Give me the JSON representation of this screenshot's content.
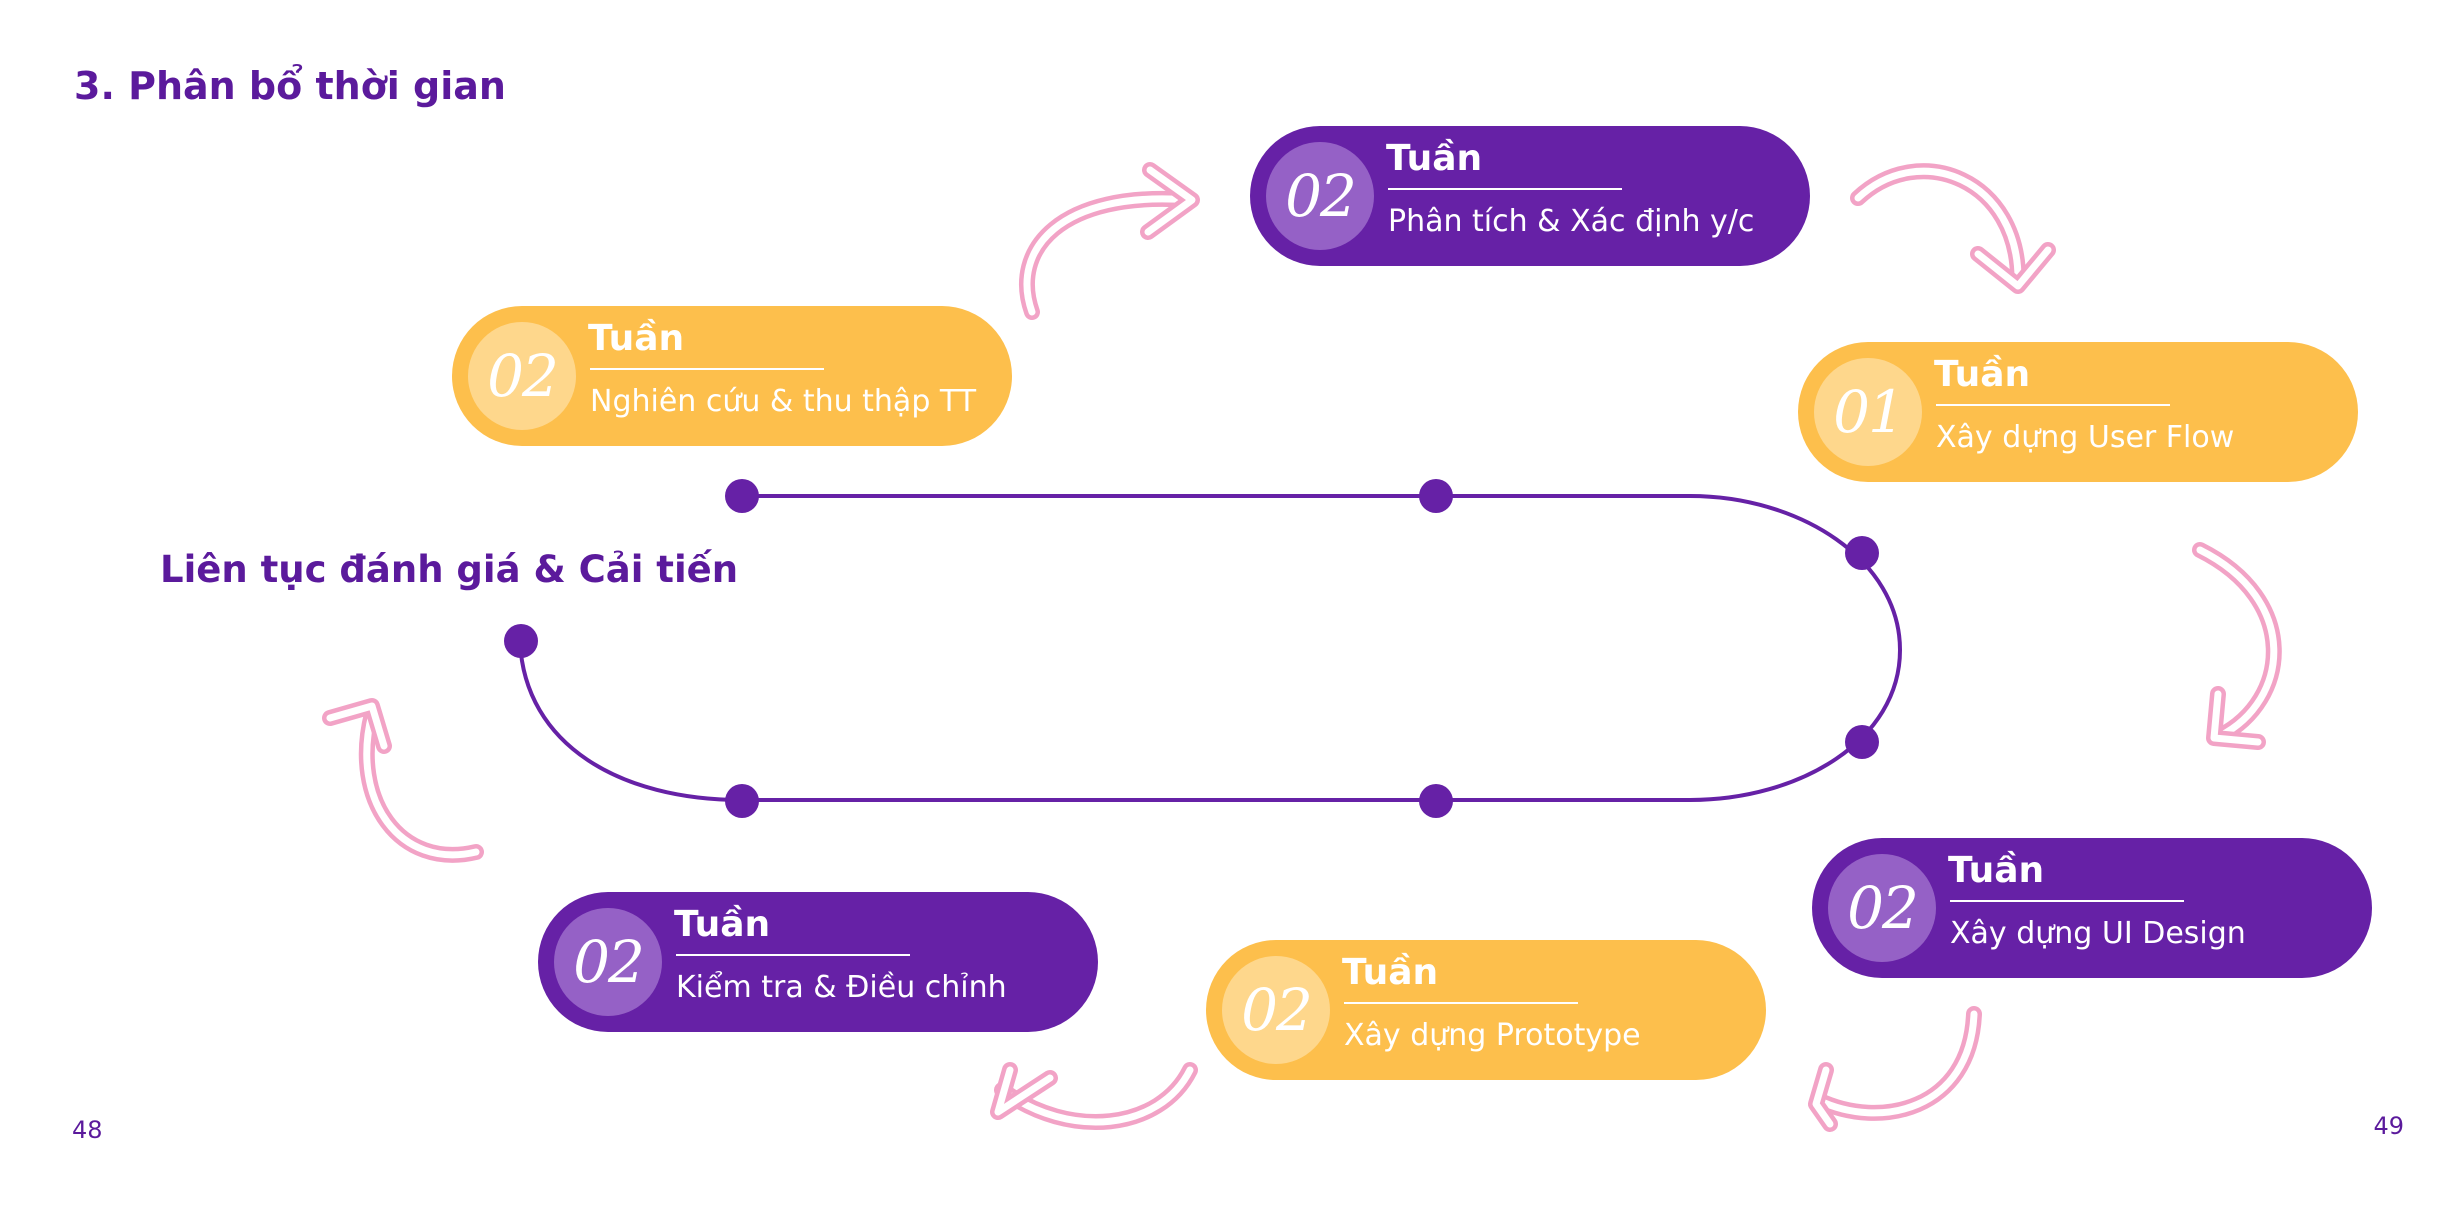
{
  "title": "3. Phân bổ thời gian",
  "center_label": "Liên tục đánh giá & Cải tiến",
  "page_left": "48",
  "page_right": "49",
  "colors": {
    "purple": "#6621a6",
    "yellow": "#fdbf4c",
    "pink_arrow": "#f2a3c6",
    "text_purple": "#5b1a9c"
  },
  "steps": [
    {
      "number": "02",
      "unit": "Tuần",
      "label": "Nghiên cứu & thu thập TT"
    },
    {
      "number": "02",
      "unit": "Tuần",
      "label": "Phân tích & Xác định y/c"
    },
    {
      "number": "01",
      "unit": "Tuần",
      "label": "Xây dựng User Flow"
    },
    {
      "number": "02",
      "unit": "Tuần",
      "label": "Xây dựng UI Design"
    },
    {
      "number": "02",
      "unit": "Tuần",
      "label": "Xây dựng Prototype"
    },
    {
      "number": "02",
      "unit": "Tuần",
      "label": "Kiểm tra & Điều chỉnh"
    }
  ]
}
